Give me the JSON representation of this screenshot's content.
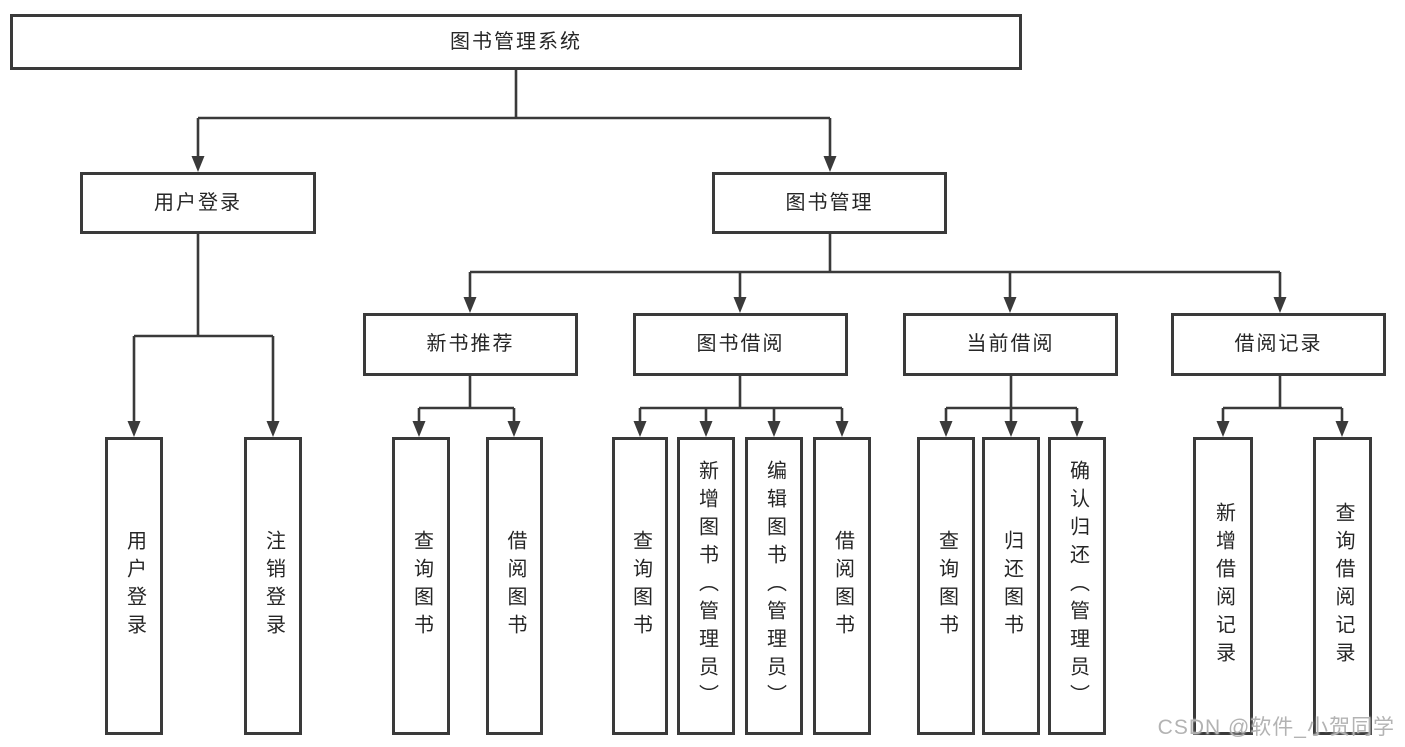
{
  "tree": {
    "label": "图书管理系统",
    "children": [
      {
        "label": "用户登录",
        "children": [
          {
            "label": "用户登录"
          },
          {
            "label": "注销登录"
          }
        ]
      },
      {
        "label": "图书管理",
        "children": [
          {
            "label": "新书推荐",
            "children": [
              {
                "label": "查询图书"
              },
              {
                "label": "借阅图书"
              }
            ]
          },
          {
            "label": "图书借阅",
            "children": [
              {
                "label": "查询图书"
              },
              {
                "label": "新增图书（管理员）"
              },
              {
                "label": "编辑图书（管理员）"
              },
              {
                "label": "借阅图书"
              }
            ]
          },
          {
            "label": "当前借阅",
            "children": [
              {
                "label": "查询图书"
              },
              {
                "label": "归还图书"
              },
              {
                "label": "确认归还（管理员）"
              }
            ]
          },
          {
            "label": "借阅记录",
            "children": [
              {
                "label": "新增借阅记录"
              },
              {
                "label": "查询借阅记录"
              }
            ]
          }
        ]
      }
    ]
  },
  "watermark": {
    "text": "CSDN @软件_小贺同学"
  },
  "colors": {
    "line": "#3a3a3a",
    "text": "#262626",
    "watermark": "#b3b3b3",
    "background": "#ffffff"
  }
}
